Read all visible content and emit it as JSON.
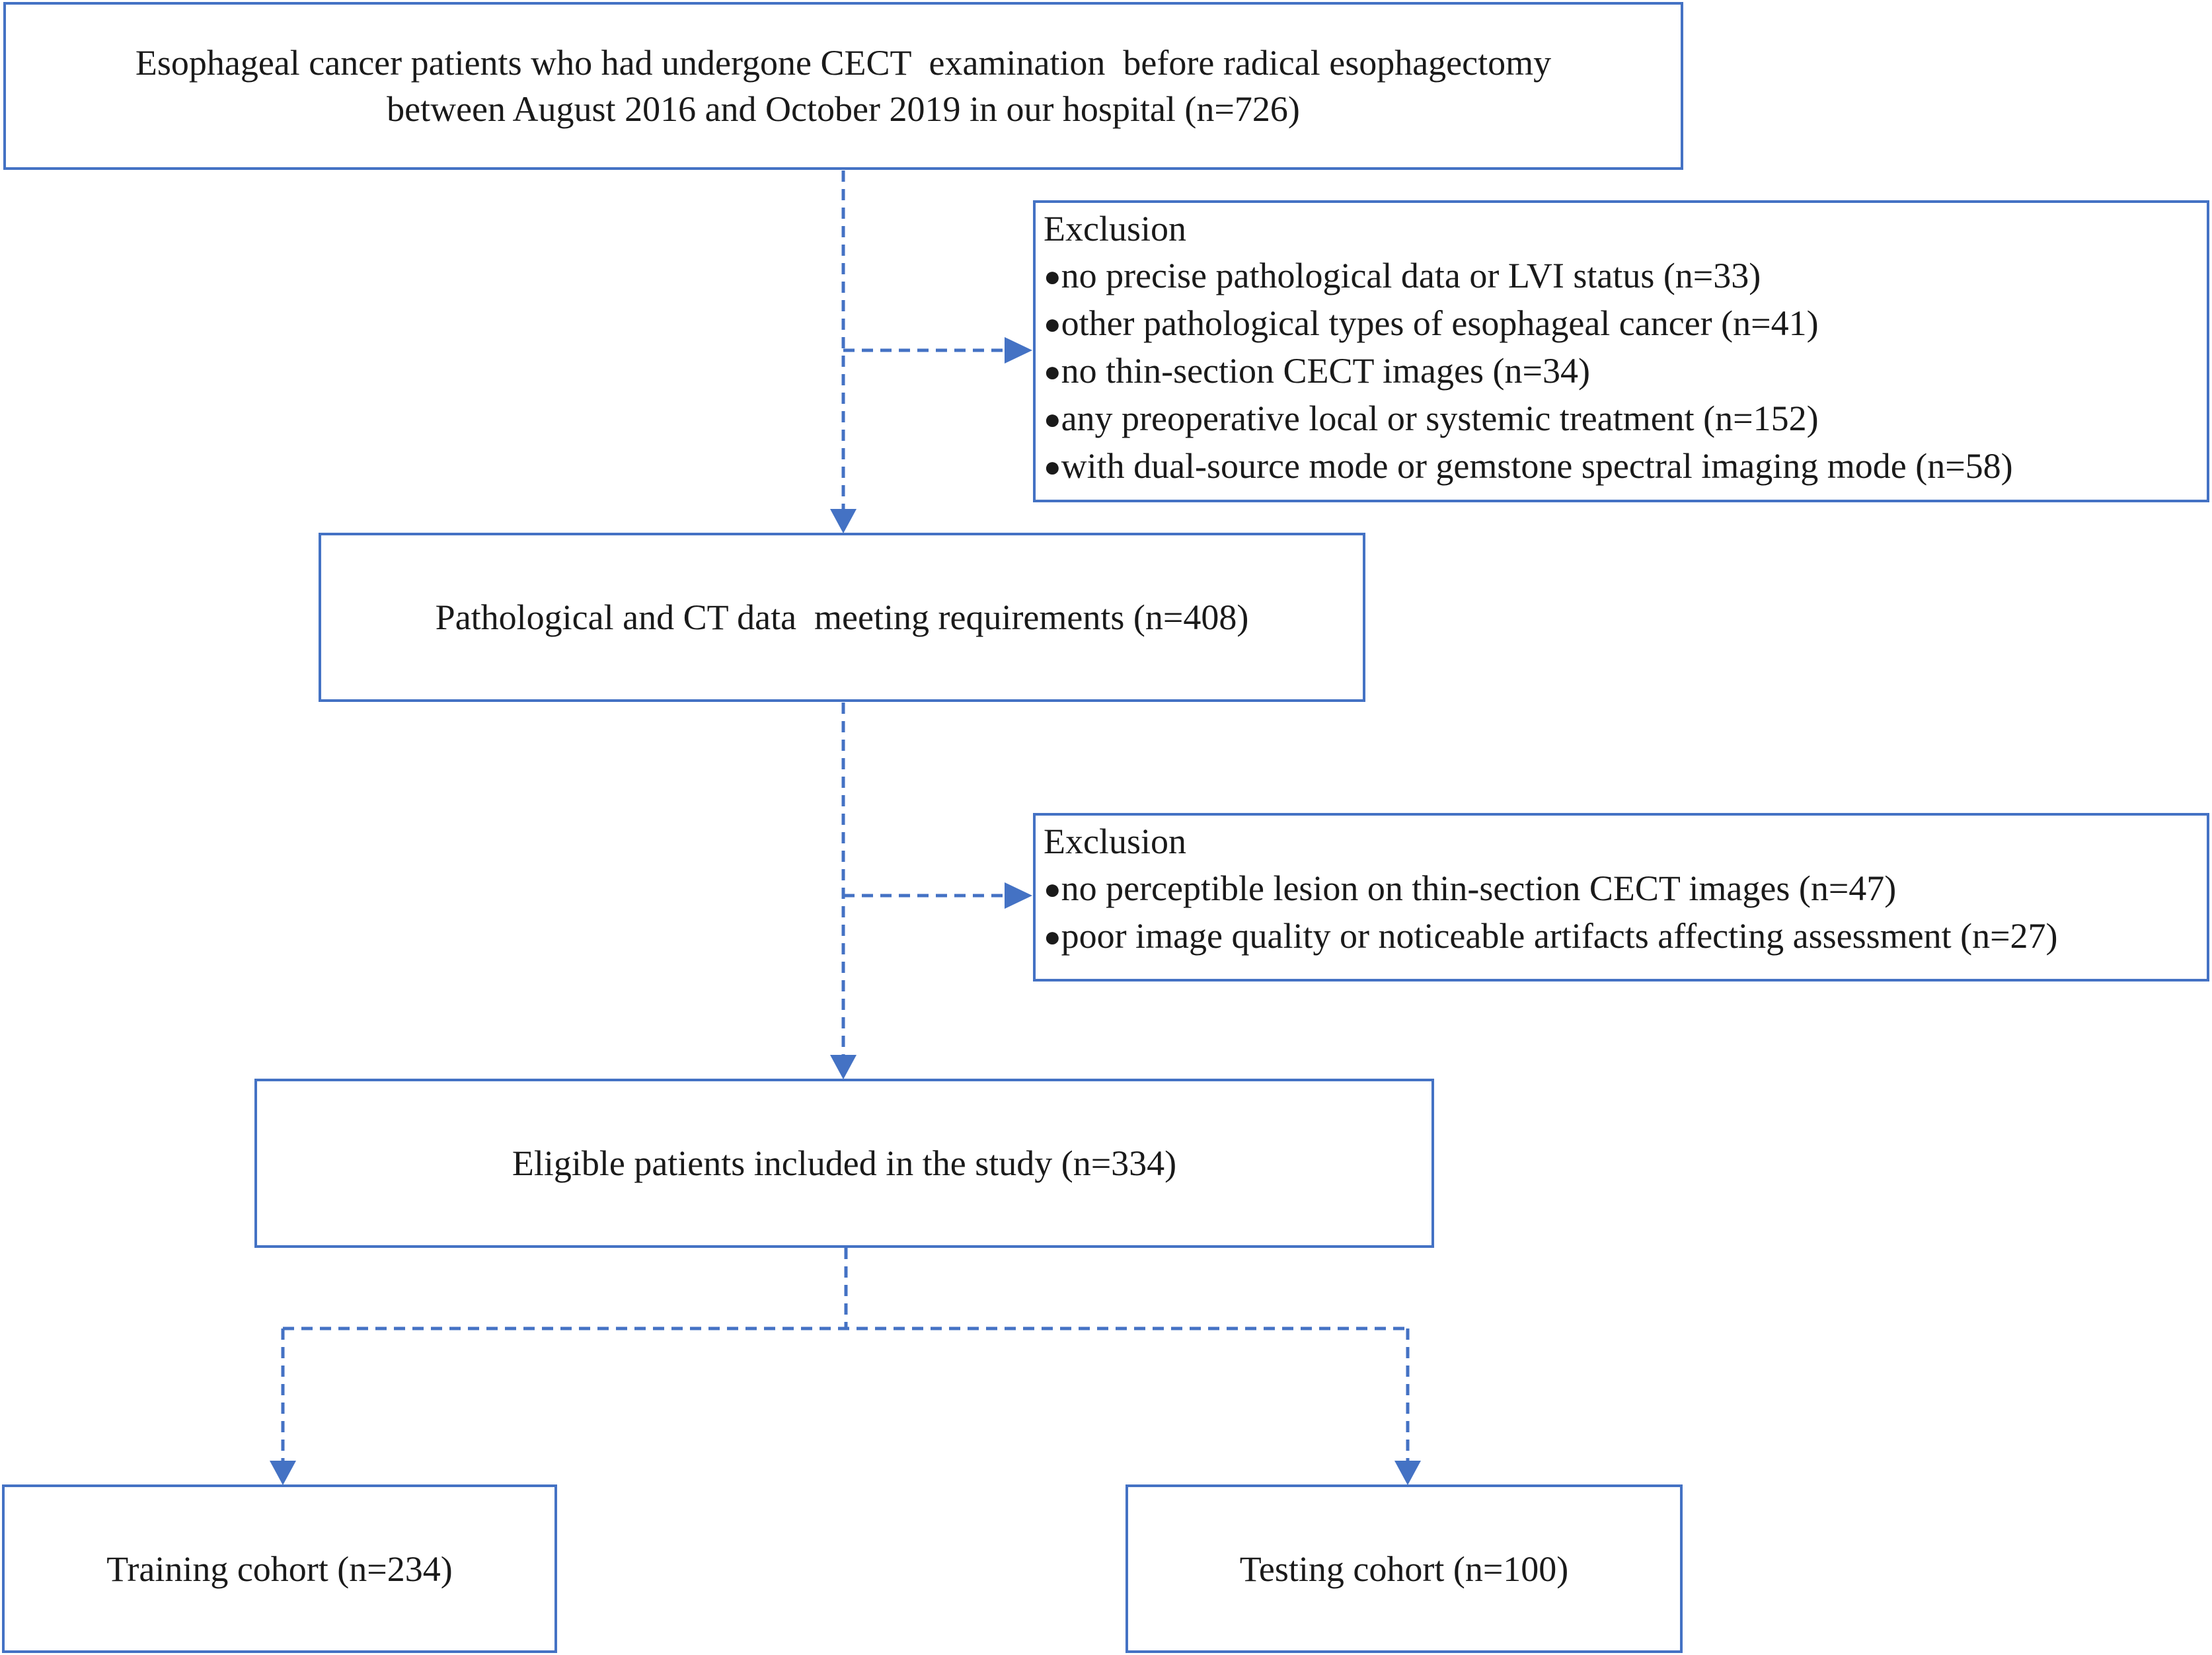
{
  "colors": {
    "accent": "#4472c4",
    "text": "#1a1a1a",
    "background": "#ffffff"
  },
  "nodes": {
    "initial": {
      "line1": "Esophageal cancer patients who had undergone CECT  examination  before radical esophagectomy",
      "line2": "between August 2016 and October 2019 in our hospital (n=726)"
    },
    "exclusion1": {
      "title": "Exclusion",
      "bullet": "●",
      "items": [
        "no precise pathological data or LVI status (n=33)",
        "other pathological types of esophageal cancer (n=41)",
        "no thin-section CECT images (n=34)",
        "any preoperative local or systemic treatment (n=152)",
        "with dual-source mode or gemstone spectral imaging mode (n=58)"
      ]
    },
    "meeting": {
      "label": "Pathological and CT data  meeting requirements (n=408)"
    },
    "exclusion2": {
      "title": "Exclusion",
      "bullet": "●",
      "items": [
        "no perceptible lesion on thin-section CECT images (n=47)",
        "poor image quality or noticeable artifacts affecting assessment (n=27)"
      ]
    },
    "eligible": {
      "label": "Eligible patients included in the study (n=334)"
    },
    "training": {
      "label": "Training cohort (n=234)"
    },
    "testing": {
      "label": "Testing cohort (n=100)"
    }
  }
}
